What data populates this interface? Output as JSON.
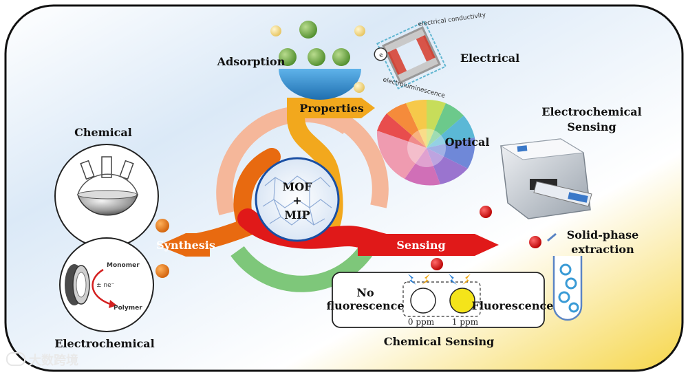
{
  "center": {
    "line1": "MOF",
    "line2": "+",
    "line3": "MIP"
  },
  "synthesis": {
    "label": "Synthesis",
    "chemical": "Chemical",
    "electrochemical": "Electrochemical",
    "monomer": "Monomer",
    "polymer": "Polymer",
    "charge": "± ne⁻"
  },
  "properties": {
    "label": "Properties",
    "adsorption": "Adsorption",
    "electrical": "Electrical",
    "optical": "Optical",
    "electrical_conductivity": "electrical conductivity",
    "electroluminescence": "electroluminescence"
  },
  "sensing": {
    "label": "Sensing",
    "electrochemical_line1": "Electrochemical",
    "electrochemical_line2": "Sensing",
    "spe_line1": "Solid-phase",
    "spe_line2": "extraction",
    "chemical_sensing": "Chemical Sensing",
    "no_fluor_line1": "No",
    "no_fluor_line2": "fluorescence",
    "fluorescence": "Fluorescence",
    "ppm0": "0 ppm",
    "ppm1": "1 ppm"
  },
  "watermark": "大数跨境",
  "colors": {
    "synthesis": "#e86a10",
    "properties": "#f2a81d",
    "sensing": "#e01919",
    "ring_green": "#7ec77a",
    "ring_peach": "#f5b79a",
    "bowl": "#3b99d6",
    "sphere_green": "#6aaa3a",
    "sphere_yellow": "#f1da86",
    "fluor_yellow": "#f4e41a"
  }
}
